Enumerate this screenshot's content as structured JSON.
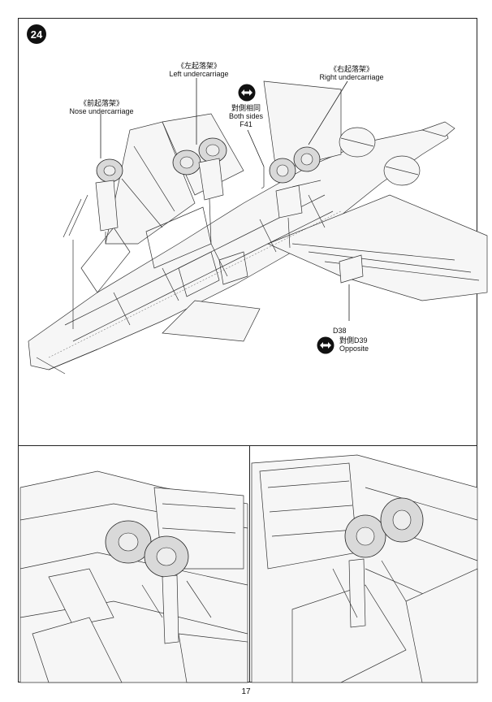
{
  "step": {
    "number": "24"
  },
  "labels": {
    "nose_gear": {
      "cn": "《前起落架》",
      "en": "Nose undercarriage"
    },
    "left_gear": {
      "cn": "《左起落架》",
      "en": "Left undercarriage"
    },
    "right_gear": {
      "cn": "《右起落架》",
      "en": "Right undercarriage"
    },
    "both_sides": {
      "cn": "對側相同",
      "en": "Both sides",
      "part": "F41"
    },
    "opposite": {
      "part": "D38",
      "cn": "對側D39",
      "en": "Opposite"
    }
  },
  "icons": {
    "both_sides": "double-arrow-icon",
    "opposite": "double-arrow-icon"
  },
  "page": {
    "number": "17"
  }
}
